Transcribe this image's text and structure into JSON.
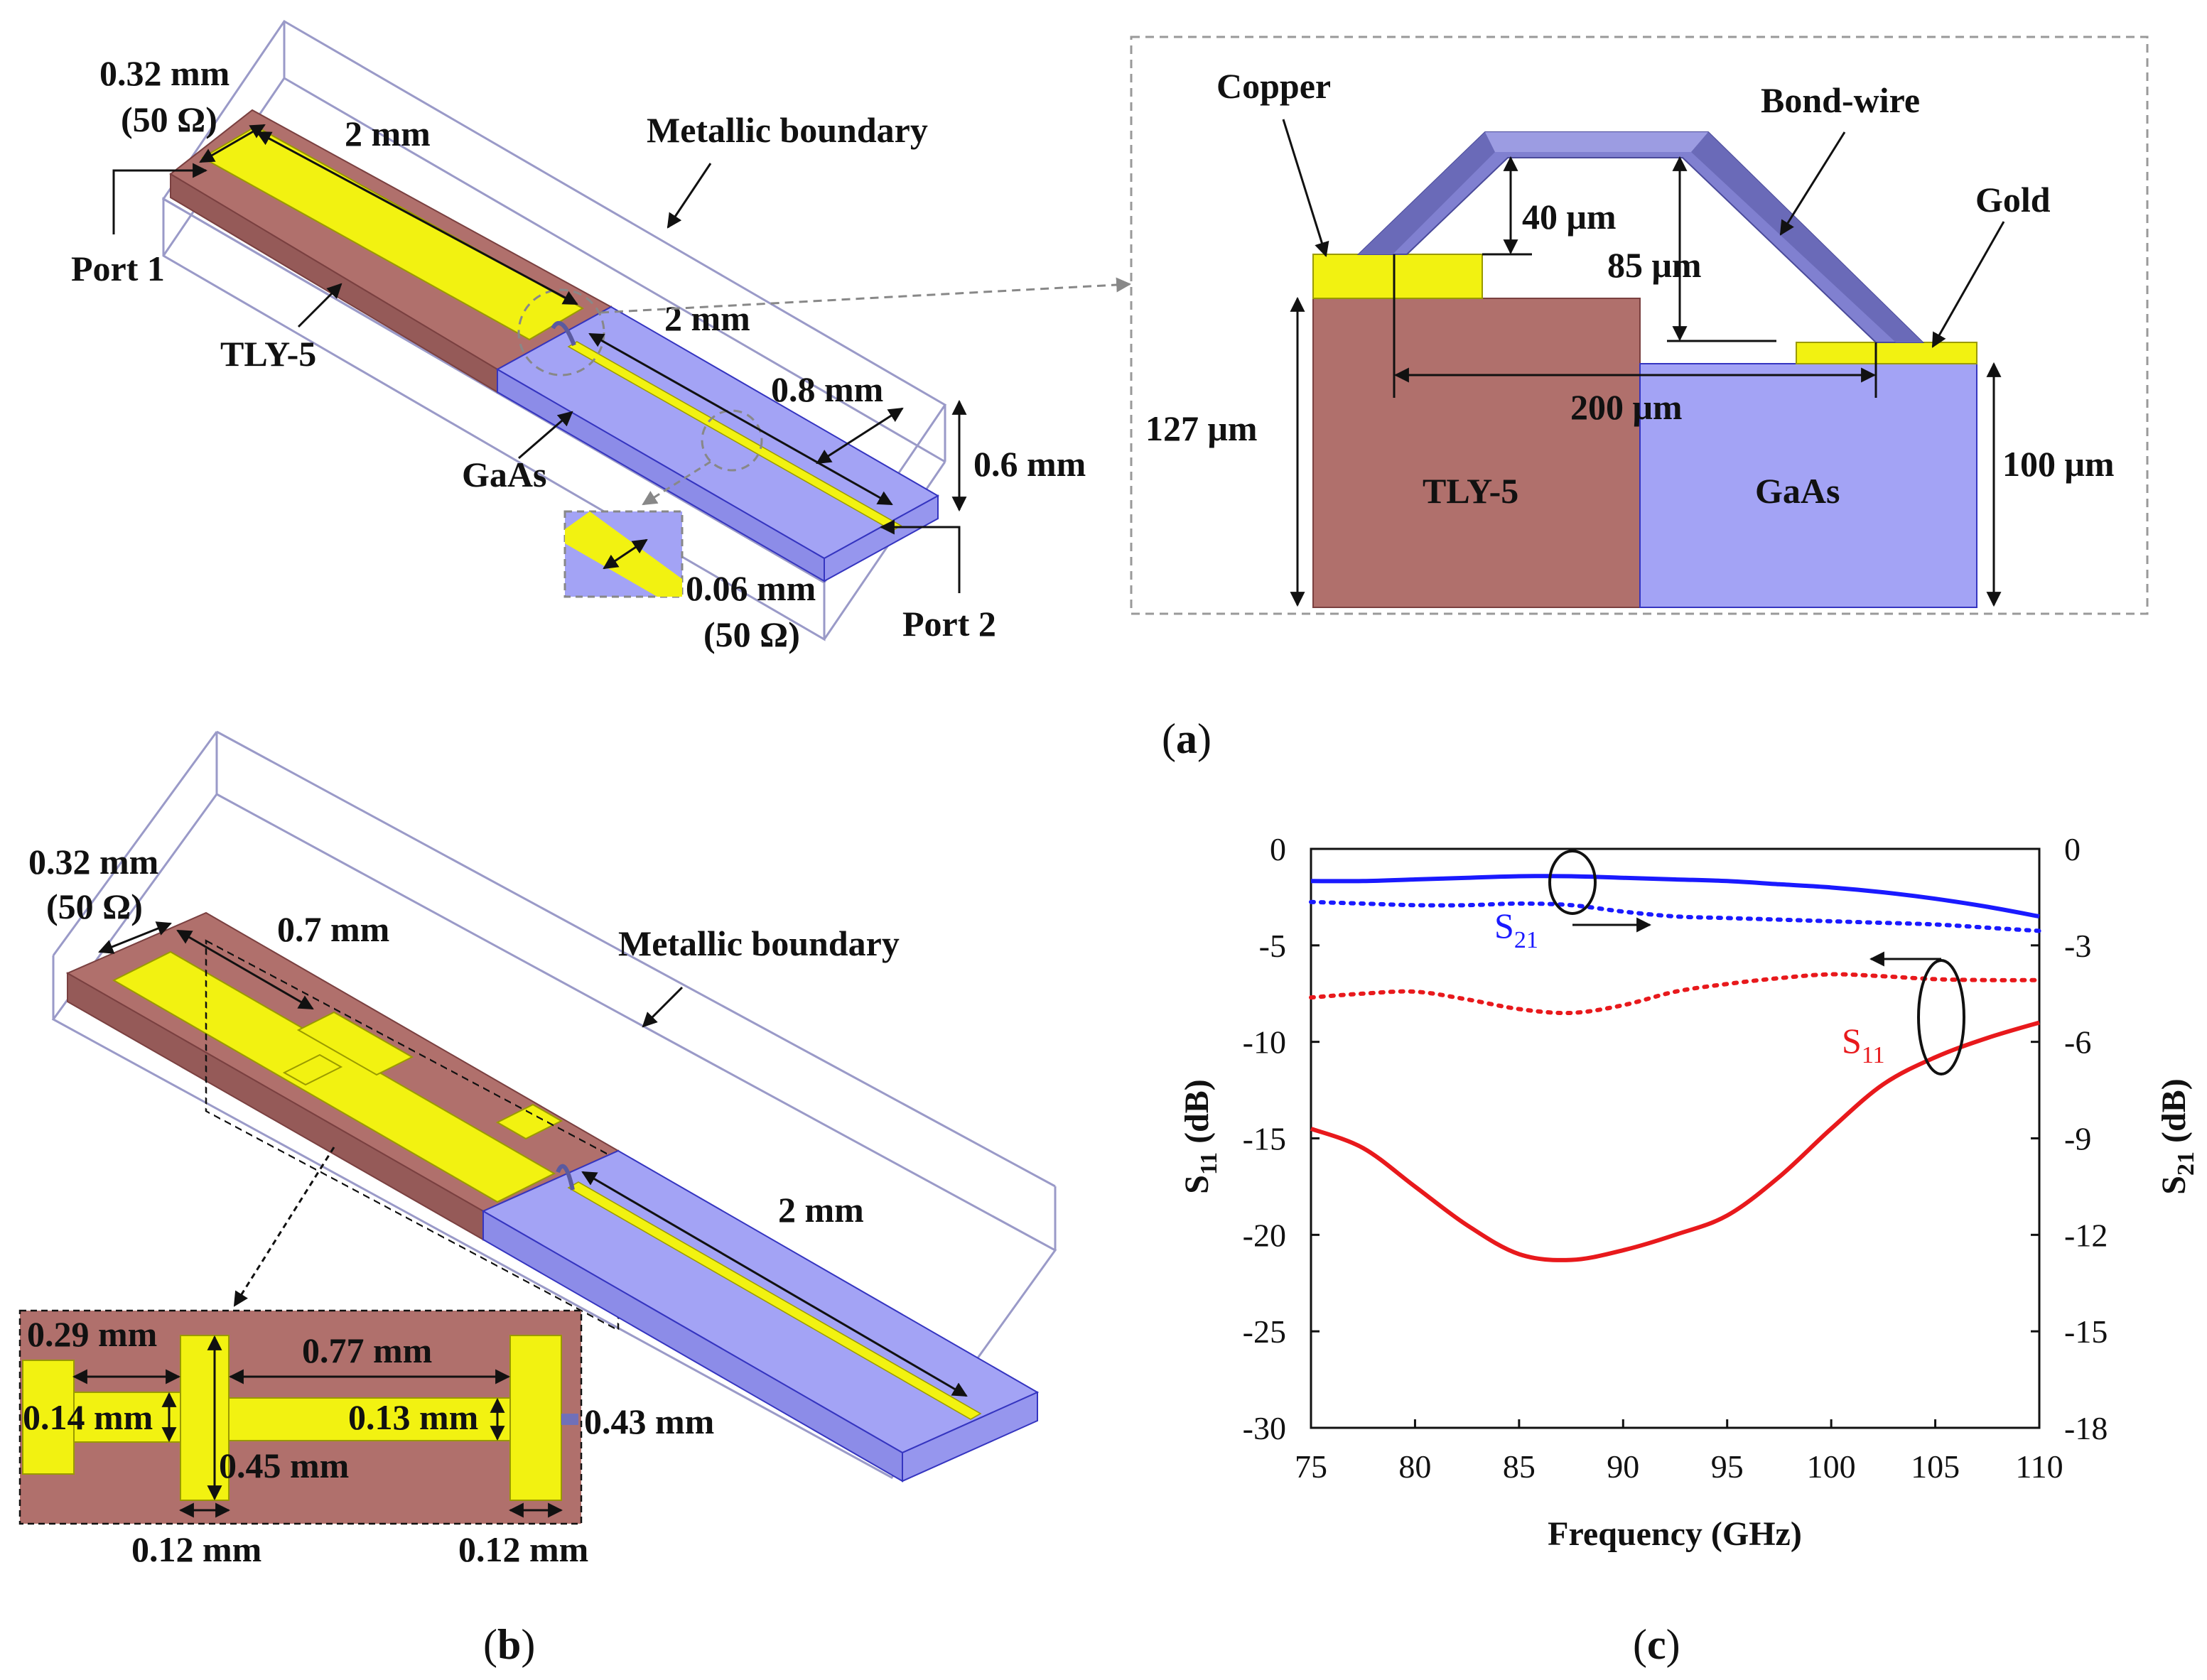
{
  "panel_a": {
    "caption": "(a)",
    "caption_letter": "a",
    "labels": {
      "width_in": "0.32 mm",
      "imp_in": "(50 Ω)",
      "len_tly": "2 mm",
      "metallic": "Metallic boundary",
      "port1": "Port 1",
      "tly5": "TLY-5",
      "len_gaas": "2 mm",
      "gap": "0.8 mm",
      "height": "0.6 mm",
      "gaas": "GaAs",
      "width_out": "0.06 mm",
      "imp_out": "(50 Ω)",
      "port2": "Port 2"
    },
    "detail": {
      "copper": "Copper",
      "bondwire": "Bond-wire",
      "gold": "Gold",
      "h40": "40 μm",
      "h85": "85 μm",
      "w200": "200 μm",
      "h127": "127 μm",
      "h100": "100 μm",
      "tly5": "TLY-5",
      "gaas": "GaAs"
    }
  },
  "panel_b": {
    "caption": "(b)",
    "caption_letter": "b",
    "labels": {
      "width_in": "0.32 mm",
      "imp_in": "(50 Ω)",
      "stub": "0.7 mm",
      "metallic": "Metallic boundary",
      "len_gaas": "2 mm"
    },
    "inset": {
      "d029": "0.29 mm",
      "d077": "0.77 mm",
      "d014": "0.14 mm",
      "d013": "0.13 mm",
      "d043": "0.43 mm",
      "d045": "0.45 mm",
      "d012a": "0.12 mm",
      "d012b": "0.12 mm"
    }
  },
  "panel_c": {
    "caption": "(c)",
    "caption_letter": "c"
  },
  "chart_data": {
    "type": "line",
    "xlabel": "Frequency (GHz)",
    "ylabel_left": "S11 (dB)",
    "ylabel_right": "S21 (dB)",
    "xlim": [
      75,
      110
    ],
    "ylim_left": [
      -30,
      0
    ],
    "ylim_right": [
      -18,
      0
    ],
    "xticks": [
      "75",
      "80",
      "85",
      "90",
      "95",
      "100",
      "105",
      "110"
    ],
    "yticks_left": [
      "0",
      "-5",
      "-10",
      "-15",
      "-20",
      "-25",
      "-30"
    ],
    "yticks_right": [
      "0",
      "-3",
      "-6",
      "-9",
      "-12",
      "-15",
      "-18"
    ],
    "x": [
      75,
      77.5,
      80,
      82.5,
      85,
      87.5,
      90,
      92.5,
      95,
      97.5,
      100,
      102.5,
      105,
      107.5,
      110
    ],
    "series": [
      {
        "name": "S21",
        "axis": "right",
        "style": "solid",
        "color": "#1a1aff",
        "values": [
          -1.0,
          -1.0,
          -0.95,
          -0.9,
          -0.85,
          -0.85,
          -0.9,
          -0.95,
          -1.0,
          -1.1,
          -1.2,
          -1.35,
          -1.55,
          -1.8,
          -2.1
        ]
      },
      {
        "name": "S21",
        "axis": "right",
        "style": "dotted",
        "color": "#1a1aff",
        "values": [
          -1.65,
          -1.7,
          -1.75,
          -1.75,
          -1.7,
          -1.75,
          -1.95,
          -2.1,
          -2.15,
          -2.2,
          -2.25,
          -2.3,
          -2.35,
          -2.45,
          -2.55
        ]
      },
      {
        "name": "S11",
        "axis": "left",
        "style": "dotted",
        "color": "#e8191c",
        "values": [
          -7.7,
          -7.5,
          -7.4,
          -7.8,
          -8.3,
          -8.5,
          -8.1,
          -7.4,
          -7.0,
          -6.7,
          -6.5,
          -6.6,
          -6.75,
          -6.8,
          -6.8
        ]
      },
      {
        "name": "S11",
        "axis": "left",
        "style": "solid",
        "color": "#e8191c",
        "values": [
          -14.5,
          -15.5,
          -17.5,
          -19.5,
          -21.0,
          -21.3,
          -20.8,
          -20.0,
          -19.0,
          -17.0,
          -14.5,
          -12.2,
          -10.8,
          -9.8,
          -9.0
        ]
      }
    ],
    "legend": {
      "s21_label": "S",
      "s21_sub": "21",
      "s11_label": "S",
      "s11_sub": "11"
    },
    "grid": false
  }
}
